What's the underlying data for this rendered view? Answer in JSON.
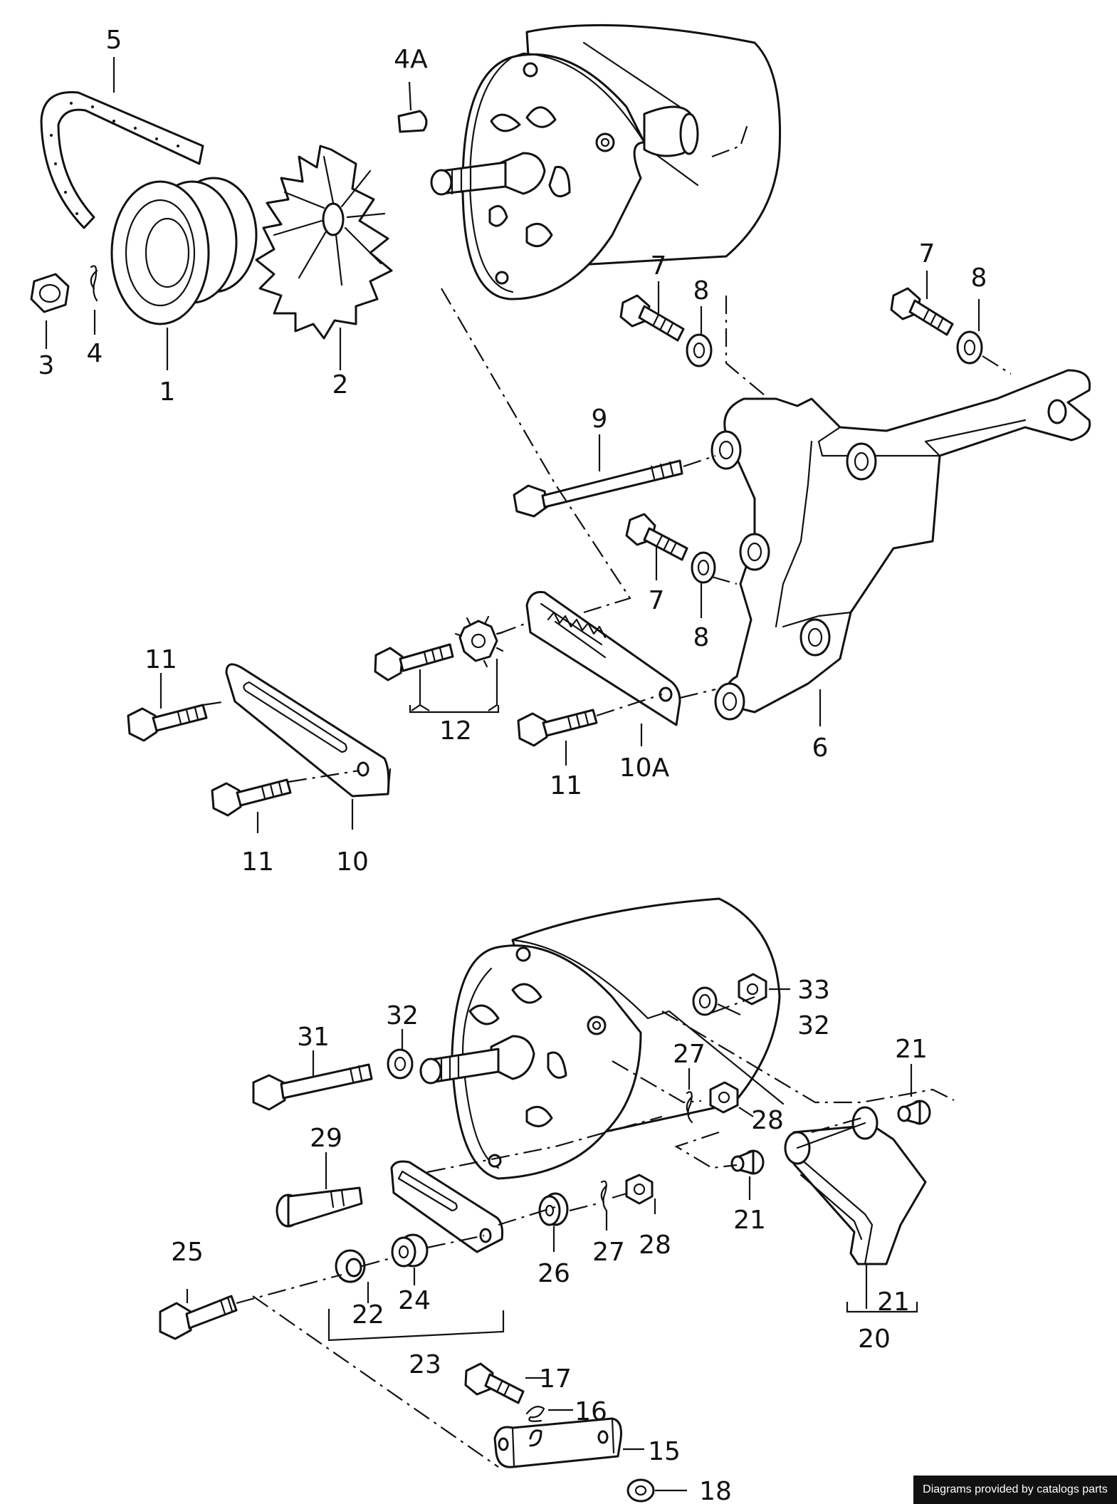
{
  "labels": {
    "l1": "1",
    "l2": "2",
    "l3": "3",
    "l4": "4",
    "l4a": "4A",
    "l5": "5",
    "l6": "6",
    "l7a": "7",
    "l7b": "7",
    "l7c": "7",
    "l8a": "8",
    "l8b": "8",
    "l8c": "8",
    "l9": "9",
    "l10": "10",
    "l10a": "10A",
    "l11a": "11",
    "l11b": "11",
    "l11c": "11",
    "l12": "12",
    "l15": "15",
    "l16": "16",
    "l17": "17",
    "l18": "18",
    "l20": "20",
    "l21a": "21",
    "l21b": "21",
    "l21c": "21",
    "l22": "22",
    "l23": "23",
    "l24": "24",
    "l25": "25",
    "l26": "26",
    "l27a": "27",
    "l27b": "27",
    "l28a": "28",
    "l28b": "28",
    "l29": "29",
    "l31": "31",
    "l32a": "32",
    "l32b": "32",
    "l33": "33"
  },
  "credit": "Diagrams provided by catalogs parts"
}
